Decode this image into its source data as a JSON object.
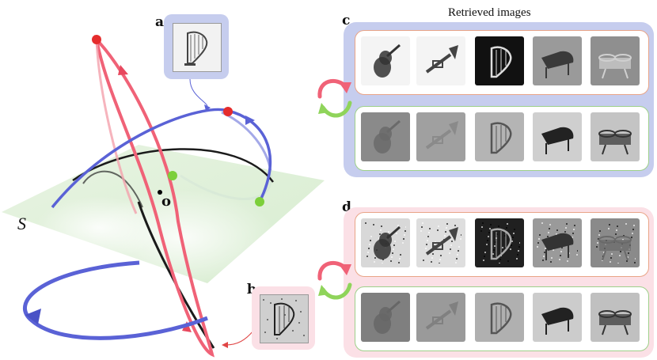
{
  "panels": {
    "a": "a",
    "b": "b",
    "c": "c",
    "d": "d"
  },
  "plane_label": "S",
  "origin_label": "o",
  "retrieved_title": "Retrieved images",
  "instruments": [
    "violin",
    "trumpet",
    "harp",
    "piano",
    "drums"
  ],
  "colors": {
    "blue_orbit": "#5a62d6",
    "red_orbit": "#f06277",
    "panel_c_bg": "#c6cdee",
    "panel_d_bg": "#fbe0e6",
    "row_orange_border": "#e9a487",
    "row_green_border": "#9ed08a",
    "plane": "#dff0d9",
    "green_point": "#7ccf3a",
    "red_point": "#e52c2c"
  }
}
